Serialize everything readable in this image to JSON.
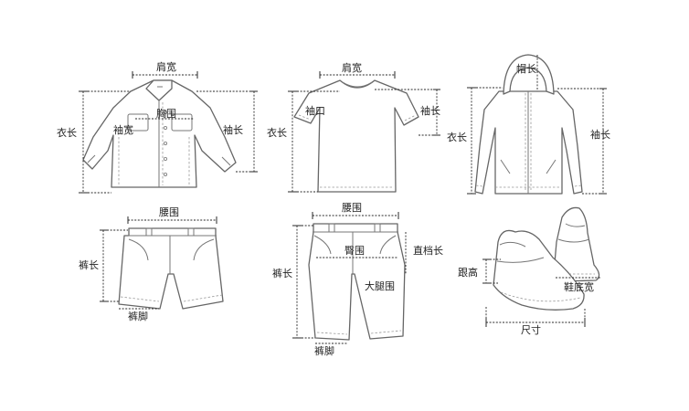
{
  "shirt": {
    "shoulder_width": "肩宽",
    "chest": "胸围",
    "length": "衣长",
    "sleeve_width": "袖宽",
    "sleeve_length": "袖长"
  },
  "tshirt": {
    "shoulder_width": "肩宽",
    "cuff": "袖口",
    "length": "衣长",
    "sleeve_length": "袖长"
  },
  "jacket": {
    "hood_height": "帽长",
    "length": "衣长",
    "sleeve_length": "袖长"
  },
  "shorts": {
    "waist": "腰围",
    "length": "裤长",
    "leg_opening": "裤脚"
  },
  "pants": {
    "waist": "腰围",
    "hip": "臀围",
    "front_rise": "直档长",
    "length": "裤长",
    "thigh": "大腿围",
    "leg_opening": "裤脚"
  },
  "shoes": {
    "heel_height": "跟高",
    "sole_width": "鞋底宽",
    "size": "尺寸"
  }
}
